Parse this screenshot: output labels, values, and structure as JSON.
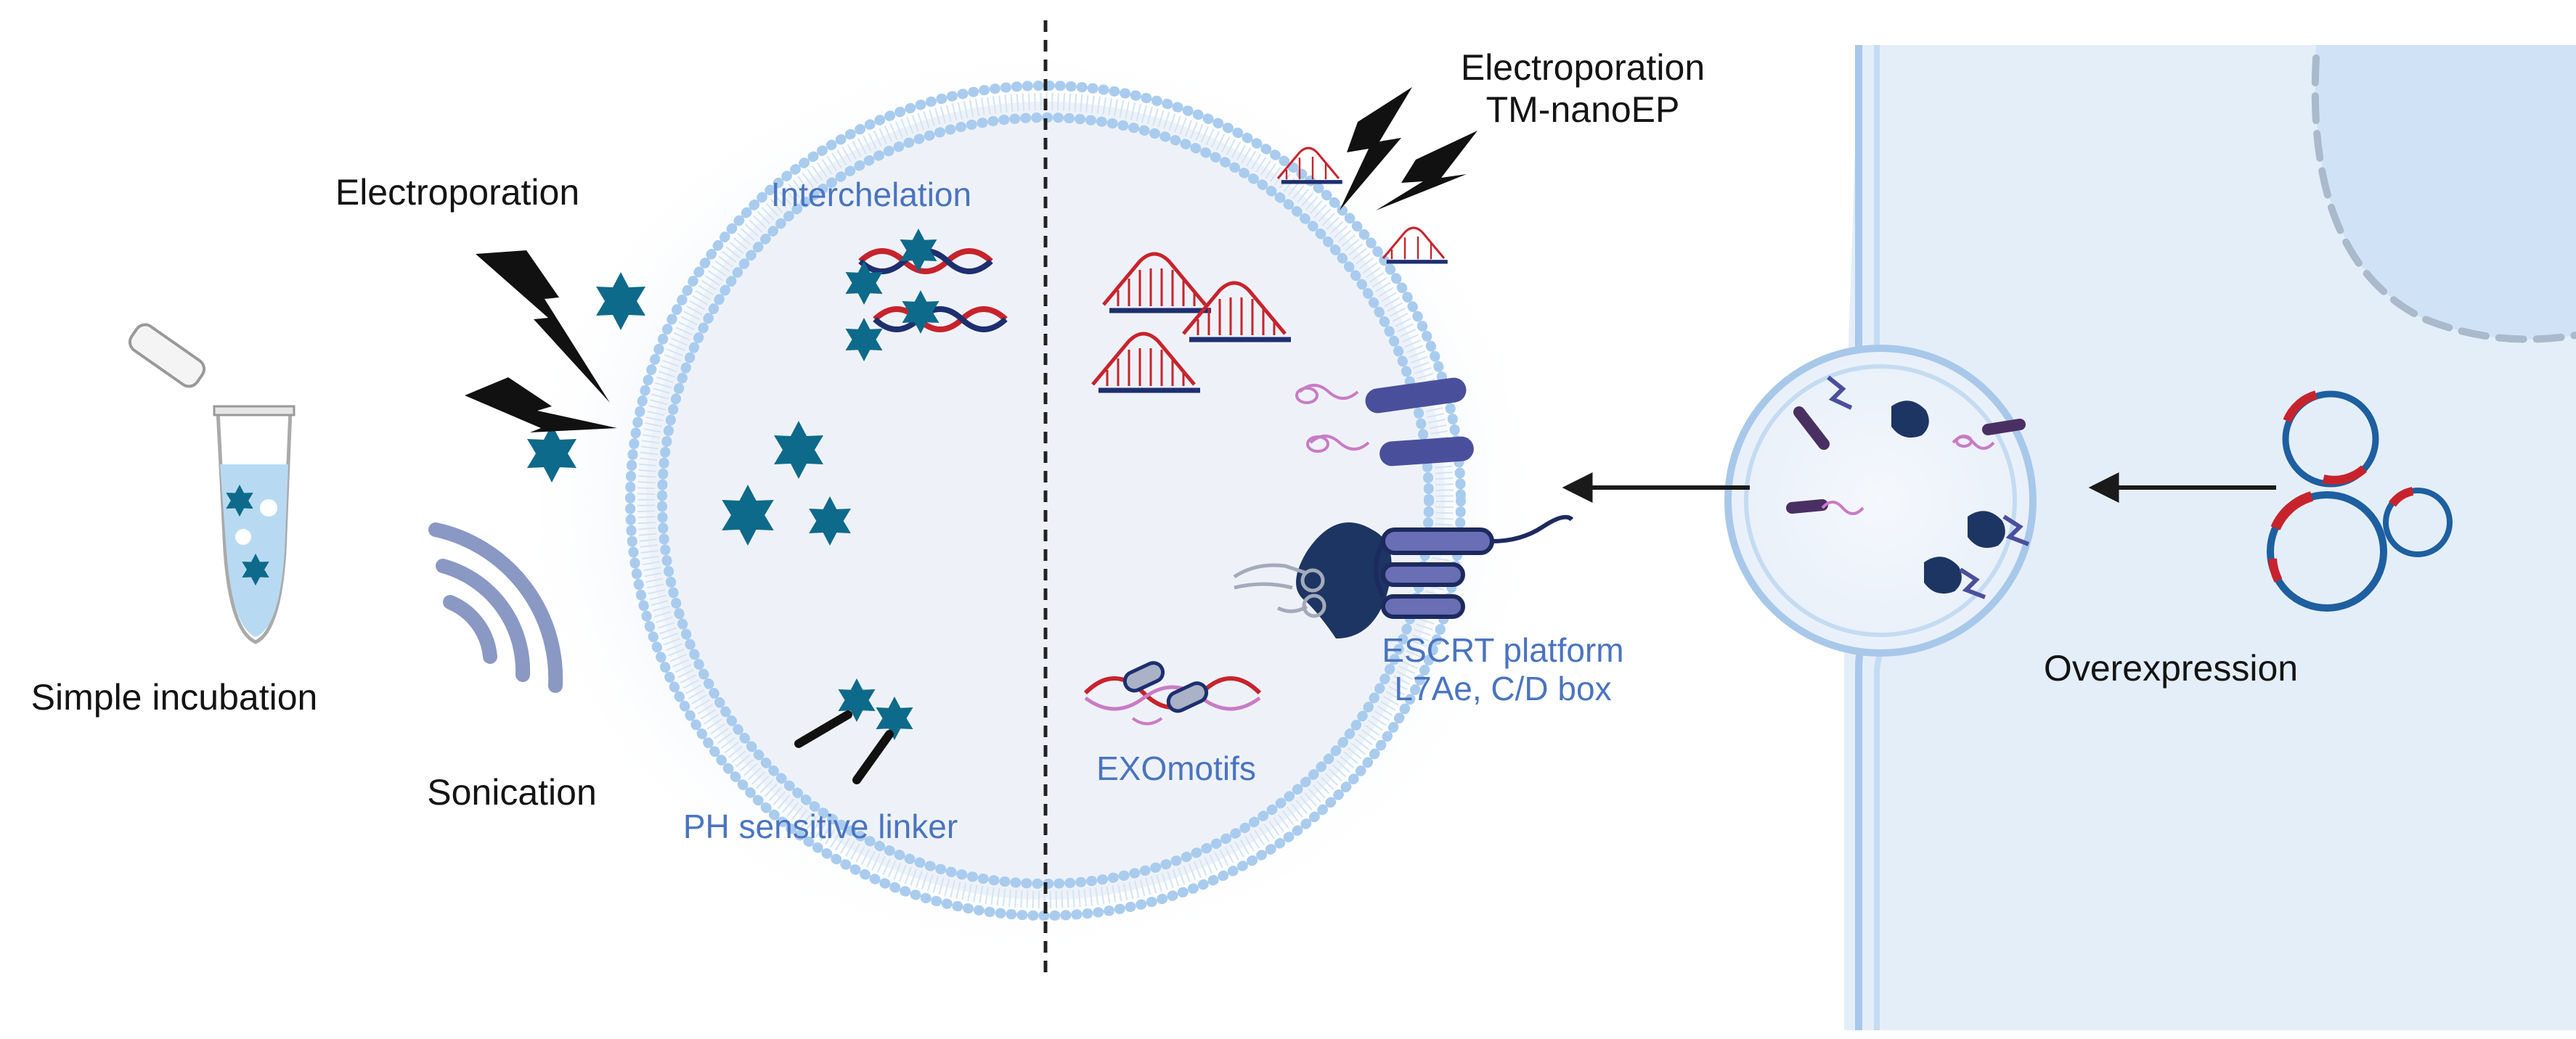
{
  "labels": {
    "simple_incubation": "Simple incubation",
    "electroporation_left": "Electroporation",
    "sonication": "Sonication",
    "interchelation": "Interchelation",
    "ph_sensitive_linker": "PH sensitive linker",
    "electroporation_right_line1": "Electroporation",
    "electroporation_right_line2": "TM-nanoEP",
    "escrt_line1": "ESCRT platform",
    "escrt_line2": "L7Ae, C/D box",
    "exomotifs": "EXOmotifs",
    "overexpression": "Overexpression"
  },
  "colors": {
    "drug_star": "#0e6a8a",
    "lightning": "#111111",
    "membrane": "#9cc4ee",
    "dna_red": "#c8232c",
    "dna_navy": "#1d2f6f",
    "protein": "#4a4f9c",
    "rna_pink": "#c97bc6",
    "cell": "#e4eef9",
    "plasmid_blue": "#1d5fa0",
    "label_blue": "#4a74c0"
  }
}
